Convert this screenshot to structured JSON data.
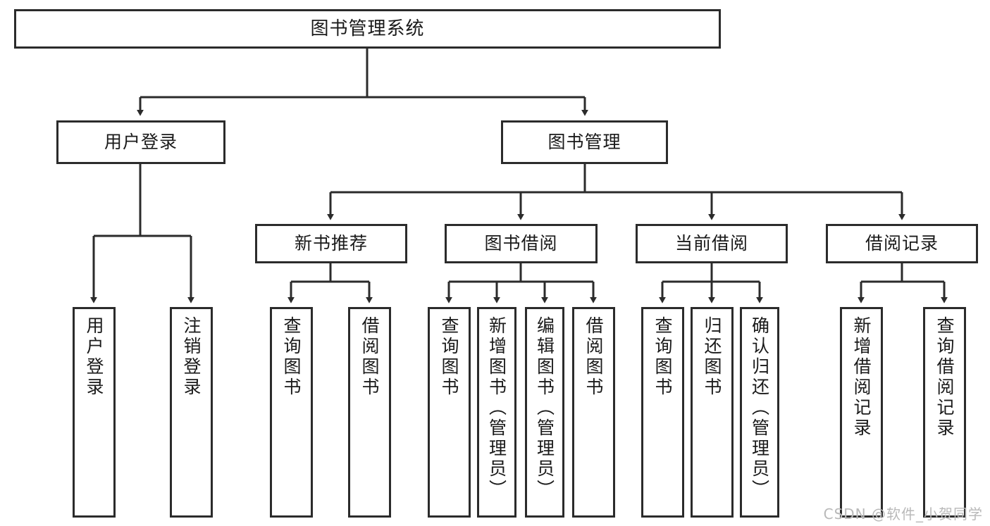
{
  "diagram": {
    "title": "图书管理系统",
    "watermark": "CSDN @软件_小贺同学",
    "edge_color": "#2b2b2b",
    "node_border_color": "#2b2b2b",
    "node_fill_color": "#ffffff",
    "background_color": "#ffffff",
    "nodes": {
      "root": {
        "label": "图书管理系统"
      },
      "l2": [
        {
          "label": "用户登录"
        },
        {
          "label": "图书管理"
        }
      ],
      "l3": [
        {
          "label": "新书推荐"
        },
        {
          "label": "图书借阅"
        },
        {
          "label": "当前借阅"
        },
        {
          "label": "借阅记录"
        }
      ],
      "leaves": {
        "user_login": [
          {
            "label": "用户登录"
          },
          {
            "label": "注销登录"
          }
        ],
        "new_book_rec": [
          {
            "label": "查询图书"
          },
          {
            "label": "借阅图书"
          }
        ],
        "book_borrow": [
          {
            "label": "查询图书"
          },
          {
            "label": "新增图书（管理员）"
          },
          {
            "label": "编辑图书（管理员）"
          },
          {
            "label": "借阅图书"
          }
        ],
        "current_borrow": [
          {
            "label": "查询图书"
          },
          {
            "label": "归还图书"
          },
          {
            "label": "确认归还（管理员）"
          }
        ],
        "borrow_record": [
          {
            "label": "新增借阅记录"
          },
          {
            "label": "查询借阅记录"
          }
        ]
      }
    }
  }
}
